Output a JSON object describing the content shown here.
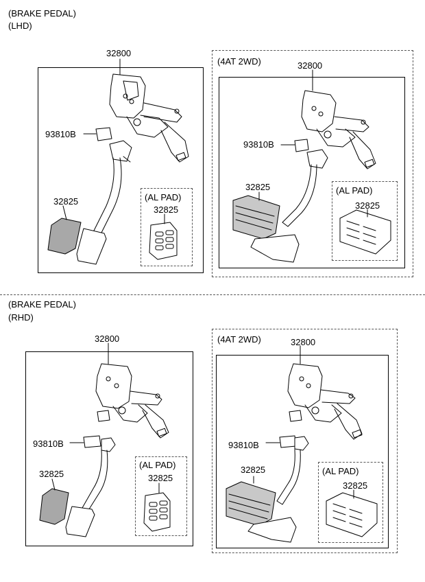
{
  "colors": {
    "line": "#000000",
    "pad_fill": "#9a9a9a",
    "dash": "#555555"
  },
  "lhd": {
    "title": "(BRAKE PEDAL)",
    "subtitle": "(LHD)",
    "std": {
      "assy": "32800",
      "switch": "93810B",
      "pad": "32825",
      "al_title": "(AL PAD)",
      "al_pad": "32825"
    },
    "at": {
      "variant": "(4AT 2WD)",
      "assy": "32800",
      "switch": "93810B",
      "pad": "32825",
      "al_title": "(AL PAD)",
      "al_pad": "32825"
    }
  },
  "rhd": {
    "title": "(BRAKE PEDAL)",
    "subtitle": "(RHD)",
    "std": {
      "assy": "32800",
      "switch": "93810B",
      "pad": "32825",
      "al_title": "(AL PAD)",
      "al_pad": "32825"
    },
    "at": {
      "variant": "(4AT 2WD)",
      "assy": "32800",
      "switch": "93810B",
      "pad": "32825",
      "al_title": "(AL PAD)",
      "al_pad": "32825"
    }
  }
}
